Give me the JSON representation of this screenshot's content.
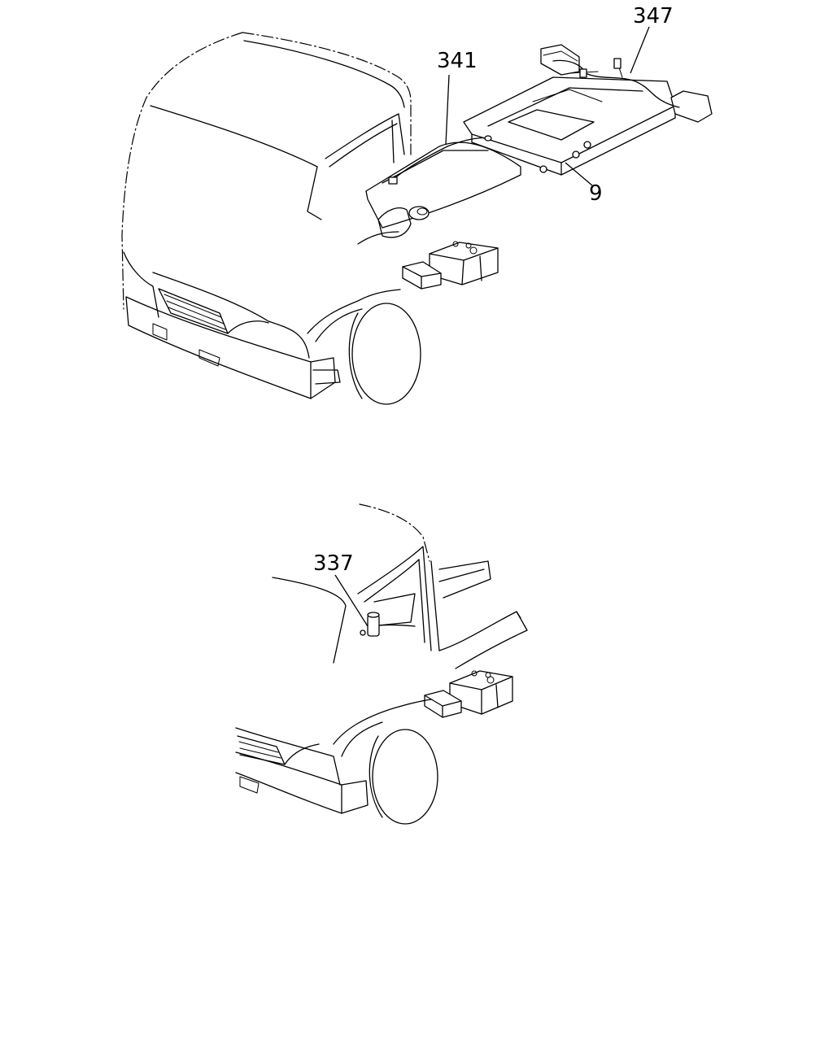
{
  "callouts": {
    "c347": "347",
    "c341": "341",
    "c9": "9",
    "c337": "337"
  },
  "colors": {
    "line": "#000000",
    "background": "#ffffff"
  }
}
